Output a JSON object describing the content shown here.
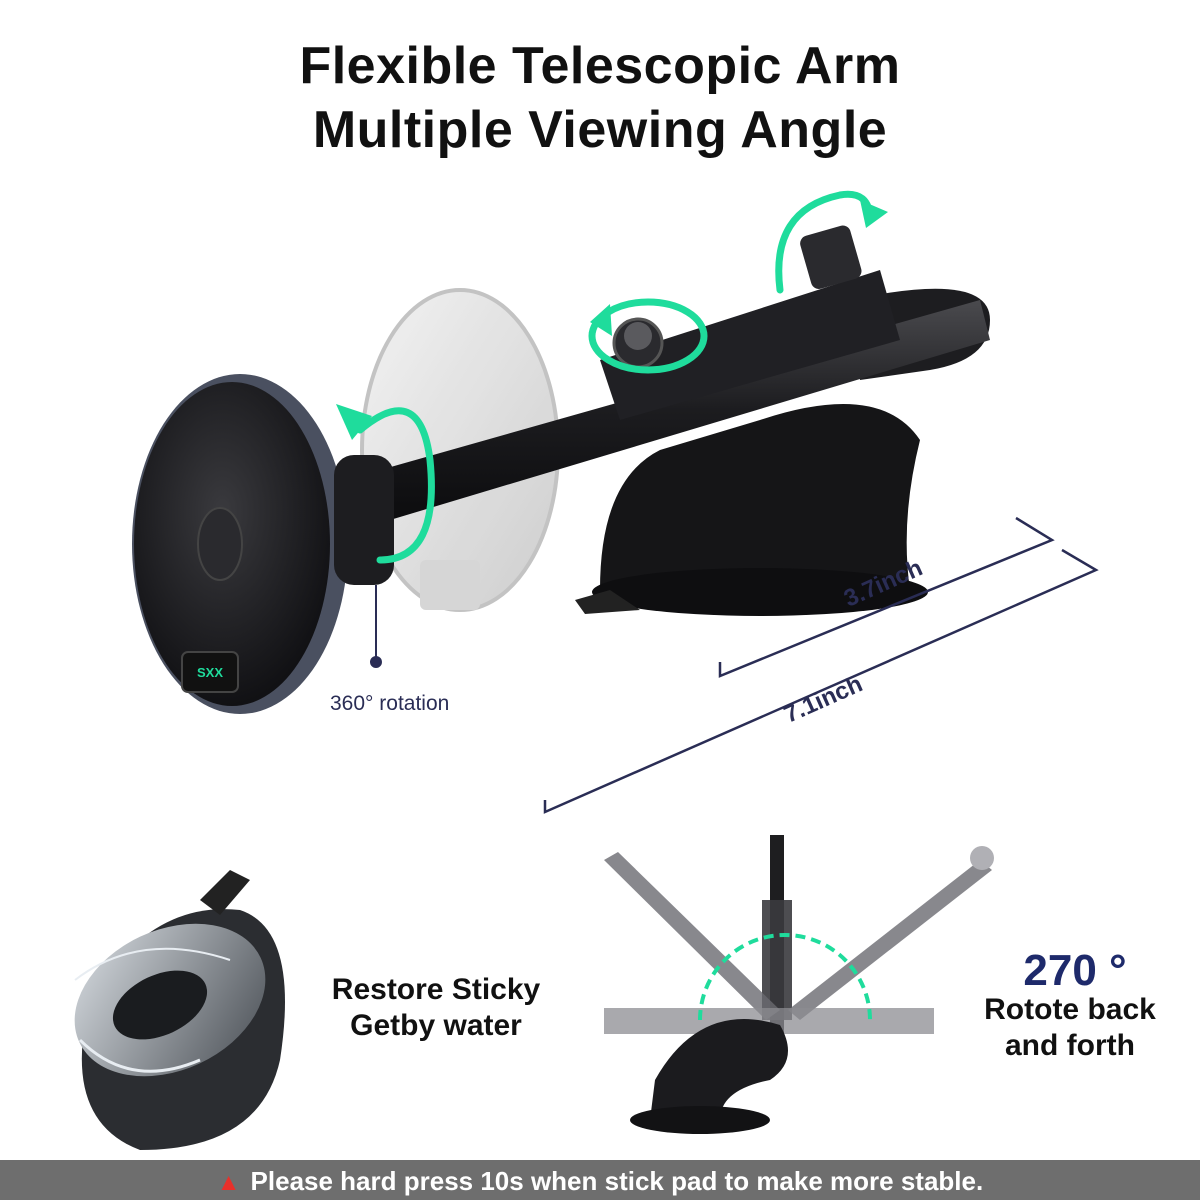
{
  "title": {
    "line1": "Flexible Telescopic Arm",
    "line2": "Multiple Viewing Angle"
  },
  "labels": {
    "rotation": "360° rotation",
    "short_length": "3.7inch",
    "long_length": "7.1inch",
    "sticky_line1": "Restore Sticky",
    "sticky_line2": "Getby water",
    "degree": "270 °",
    "rotate_line1": "Rotote back",
    "rotate_line2": "and forth",
    "brand_badge": "SXX"
  },
  "footer": {
    "icon": "warning-triangle-icon",
    "text": "Please hard press 10s when stick pad to make more stable."
  },
  "colors": {
    "accent_green": "#1fdc9c",
    "dimension_navy": "#2a2d55",
    "footer_bg": "#6e6e6e",
    "warning_red": "#e8302a"
  }
}
